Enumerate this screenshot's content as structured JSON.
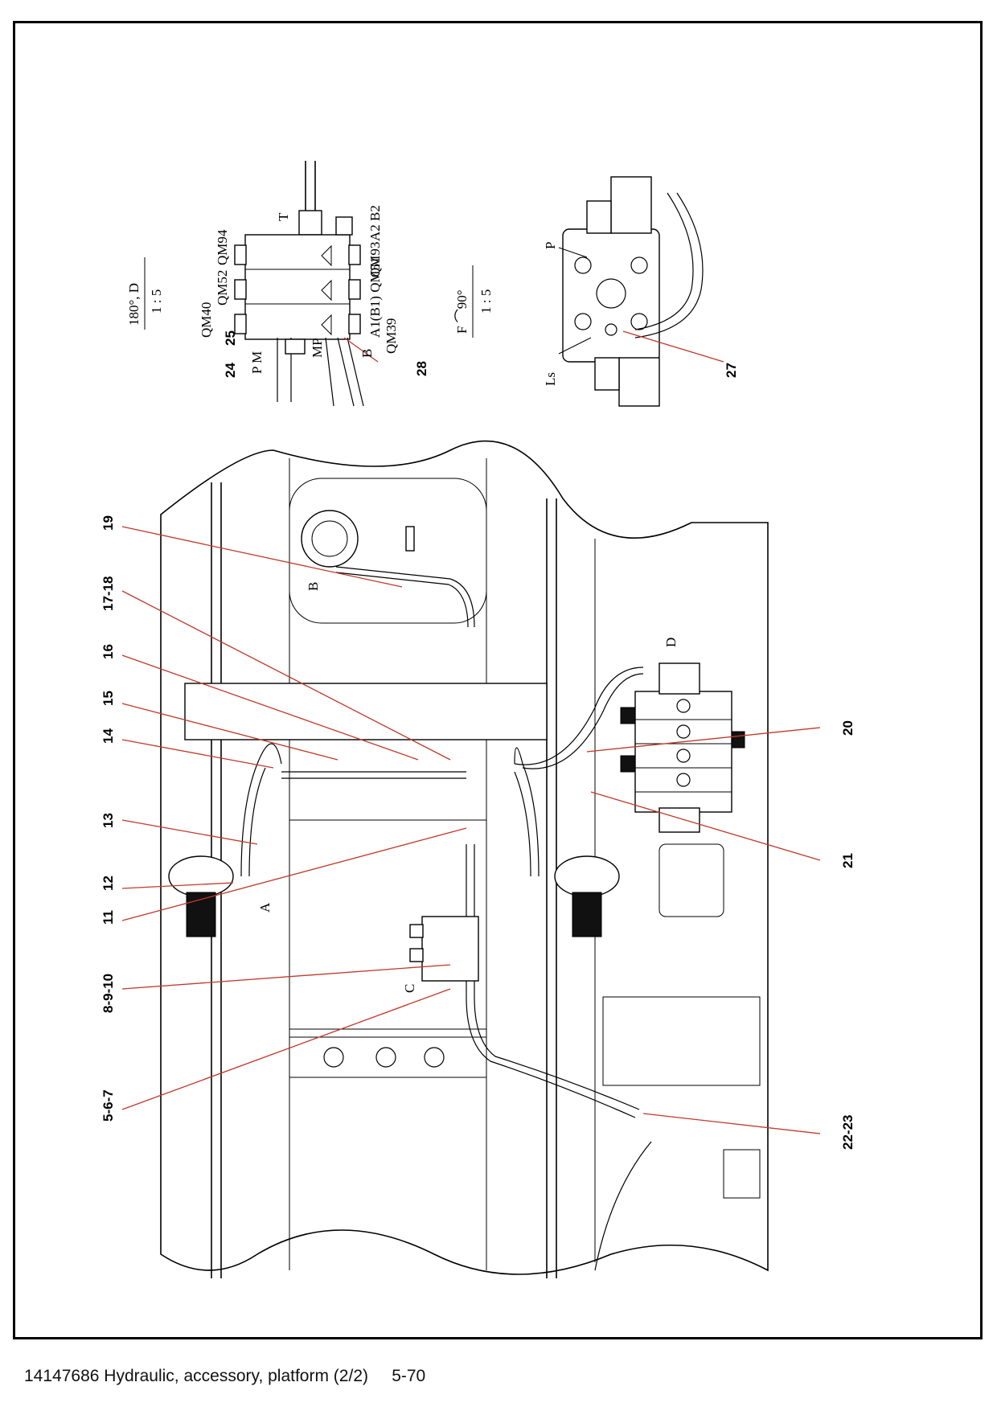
{
  "footer": {
    "part_number": "14147686",
    "title": "Hydraulic, accessory, platform (2/2)",
    "page": "5-70"
  },
  "callouts": [
    {
      "id": "c19",
      "text": "19"
    },
    {
      "id": "c1718",
      "text": "17-18"
    },
    {
      "id": "c16",
      "text": "16"
    },
    {
      "id": "c15",
      "text": "15"
    },
    {
      "id": "c14",
      "text": "14"
    },
    {
      "id": "c13",
      "text": "13"
    },
    {
      "id": "c12",
      "text": "12"
    },
    {
      "id": "c11",
      "text": "11"
    },
    {
      "id": "c8910",
      "text": "8-9-10"
    },
    {
      "id": "c567",
      "text": "5-6-7"
    },
    {
      "id": "c20",
      "text": "20"
    },
    {
      "id": "c21",
      "text": "21"
    },
    {
      "id": "c2223",
      "text": "22-23"
    },
    {
      "id": "c24",
      "text": "24"
    },
    {
      "id": "c25",
      "text": "25"
    },
    {
      "id": "c28",
      "text": "28"
    },
    {
      "id": "c27",
      "text": "27"
    }
  ],
  "view_labels": {
    "view_d": "180°, D",
    "view_d_scale": "1 : 5",
    "view_f": "F ⌒90°",
    "view_f_scale": "1 : 5",
    "arrow_a": "A",
    "arrow_b": "B",
    "arrow_c": "C",
    "arrow_d": "D"
  },
  "port_labels": {
    "t": "T",
    "a2b2": "A2 B2",
    "qm94": "QM94",
    "qm52": "QM52",
    "qm40": "QM40",
    "qm93": "QM93",
    "qm51": "A1(B1) QM51",
    "qm39": "QM39",
    "b": "B",
    "mp": "MP",
    "pm": "P M",
    "p": "P",
    "ls": "Ls"
  }
}
